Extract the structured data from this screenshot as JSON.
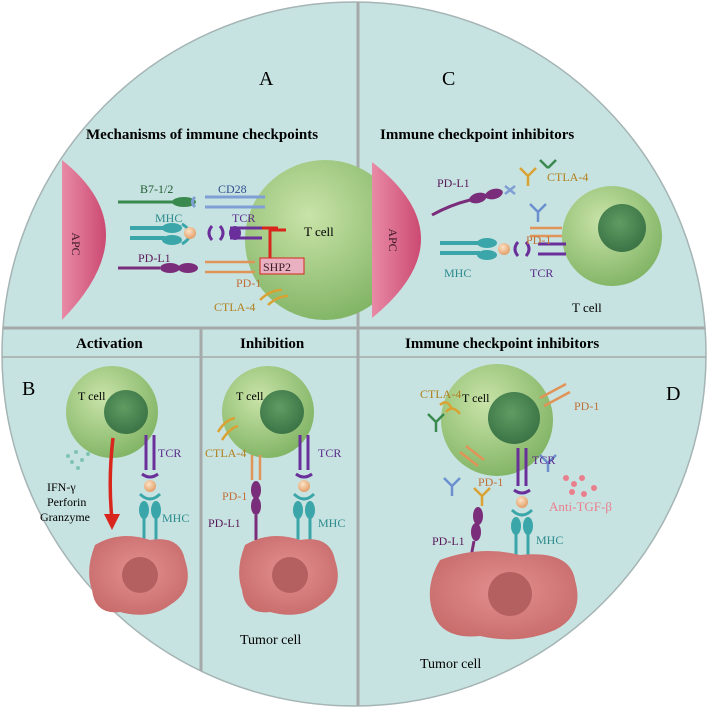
{
  "colors": {
    "background": "#c7e3e1",
    "divider": "#a5a9a9",
    "apc": "#d4567c",
    "tcell": "#9dc77b",
    "nucleus": "#4f8a55",
    "tumor": "#d97a7a",
    "mhc": "#3aa6a9",
    "tcr": "#6a2f9a",
    "pdl1": "#7a2d7a",
    "pd1": "#e19458",
    "ctla4": "#d9a232",
    "cd28": "#7f9fd4",
    "b7": "#3a8a4f",
    "shp2": "#e8b0c0",
    "inhibit_red": "#d8261d",
    "antibody_blue": "#6b8fcf",
    "anti_tgf": "#e97f8d"
  },
  "panel_a": {
    "letter": "A",
    "title": "Mechanisms of immune checkpoints",
    "apc": "APC",
    "tcell": "T cell",
    "b7": "B7-1/2",
    "cd28": "CD28",
    "mhc": "MHC",
    "tcr": "TCR",
    "pdl1": "PD-L1",
    "pd1": "PD-1",
    "shp2": "SHP2",
    "ctla4": "CTLA-4"
  },
  "panel_b": {
    "letter": "B",
    "activation_title": "Activation",
    "inhibition_title": "Inhibition",
    "tcell_left": "T cell",
    "tcr_left": "TCR",
    "cytokine_1": "IFN-γ",
    "cytokine_2": "Perforin",
    "cytokine_3": "Granzyme",
    "mhc_left": "MHC",
    "tcell_right": "T cell",
    "ctla4": "CTLA-4",
    "tcr_right": "TCR",
    "pd1": "PD-1",
    "pdl1": "PD-L1",
    "mhc_right": "MHC",
    "tumor": "Tumor cell"
  },
  "panel_c": {
    "letter": "C",
    "title": "Immune checkpoint inhibitors",
    "apc": "APC",
    "pdl1": "PD-L1",
    "ctla4": "CTLA-4",
    "pd1": "PD-1",
    "mhc": "MHC",
    "tcr": "TCR",
    "tcell": "T cell"
  },
  "panel_d": {
    "letter": "D",
    "title": "Immune checkpoint inhibitors",
    "tcell": "T cell",
    "ctla4": "CTLA-4",
    "pd1_right": "PD-1",
    "pd1_left": "PD-1",
    "tcr": "TCR",
    "anti_tgf": "Anti-TGF-β",
    "pdl1": "PD-L1",
    "mhc": "MHC",
    "tumor": "Tumor cell"
  }
}
